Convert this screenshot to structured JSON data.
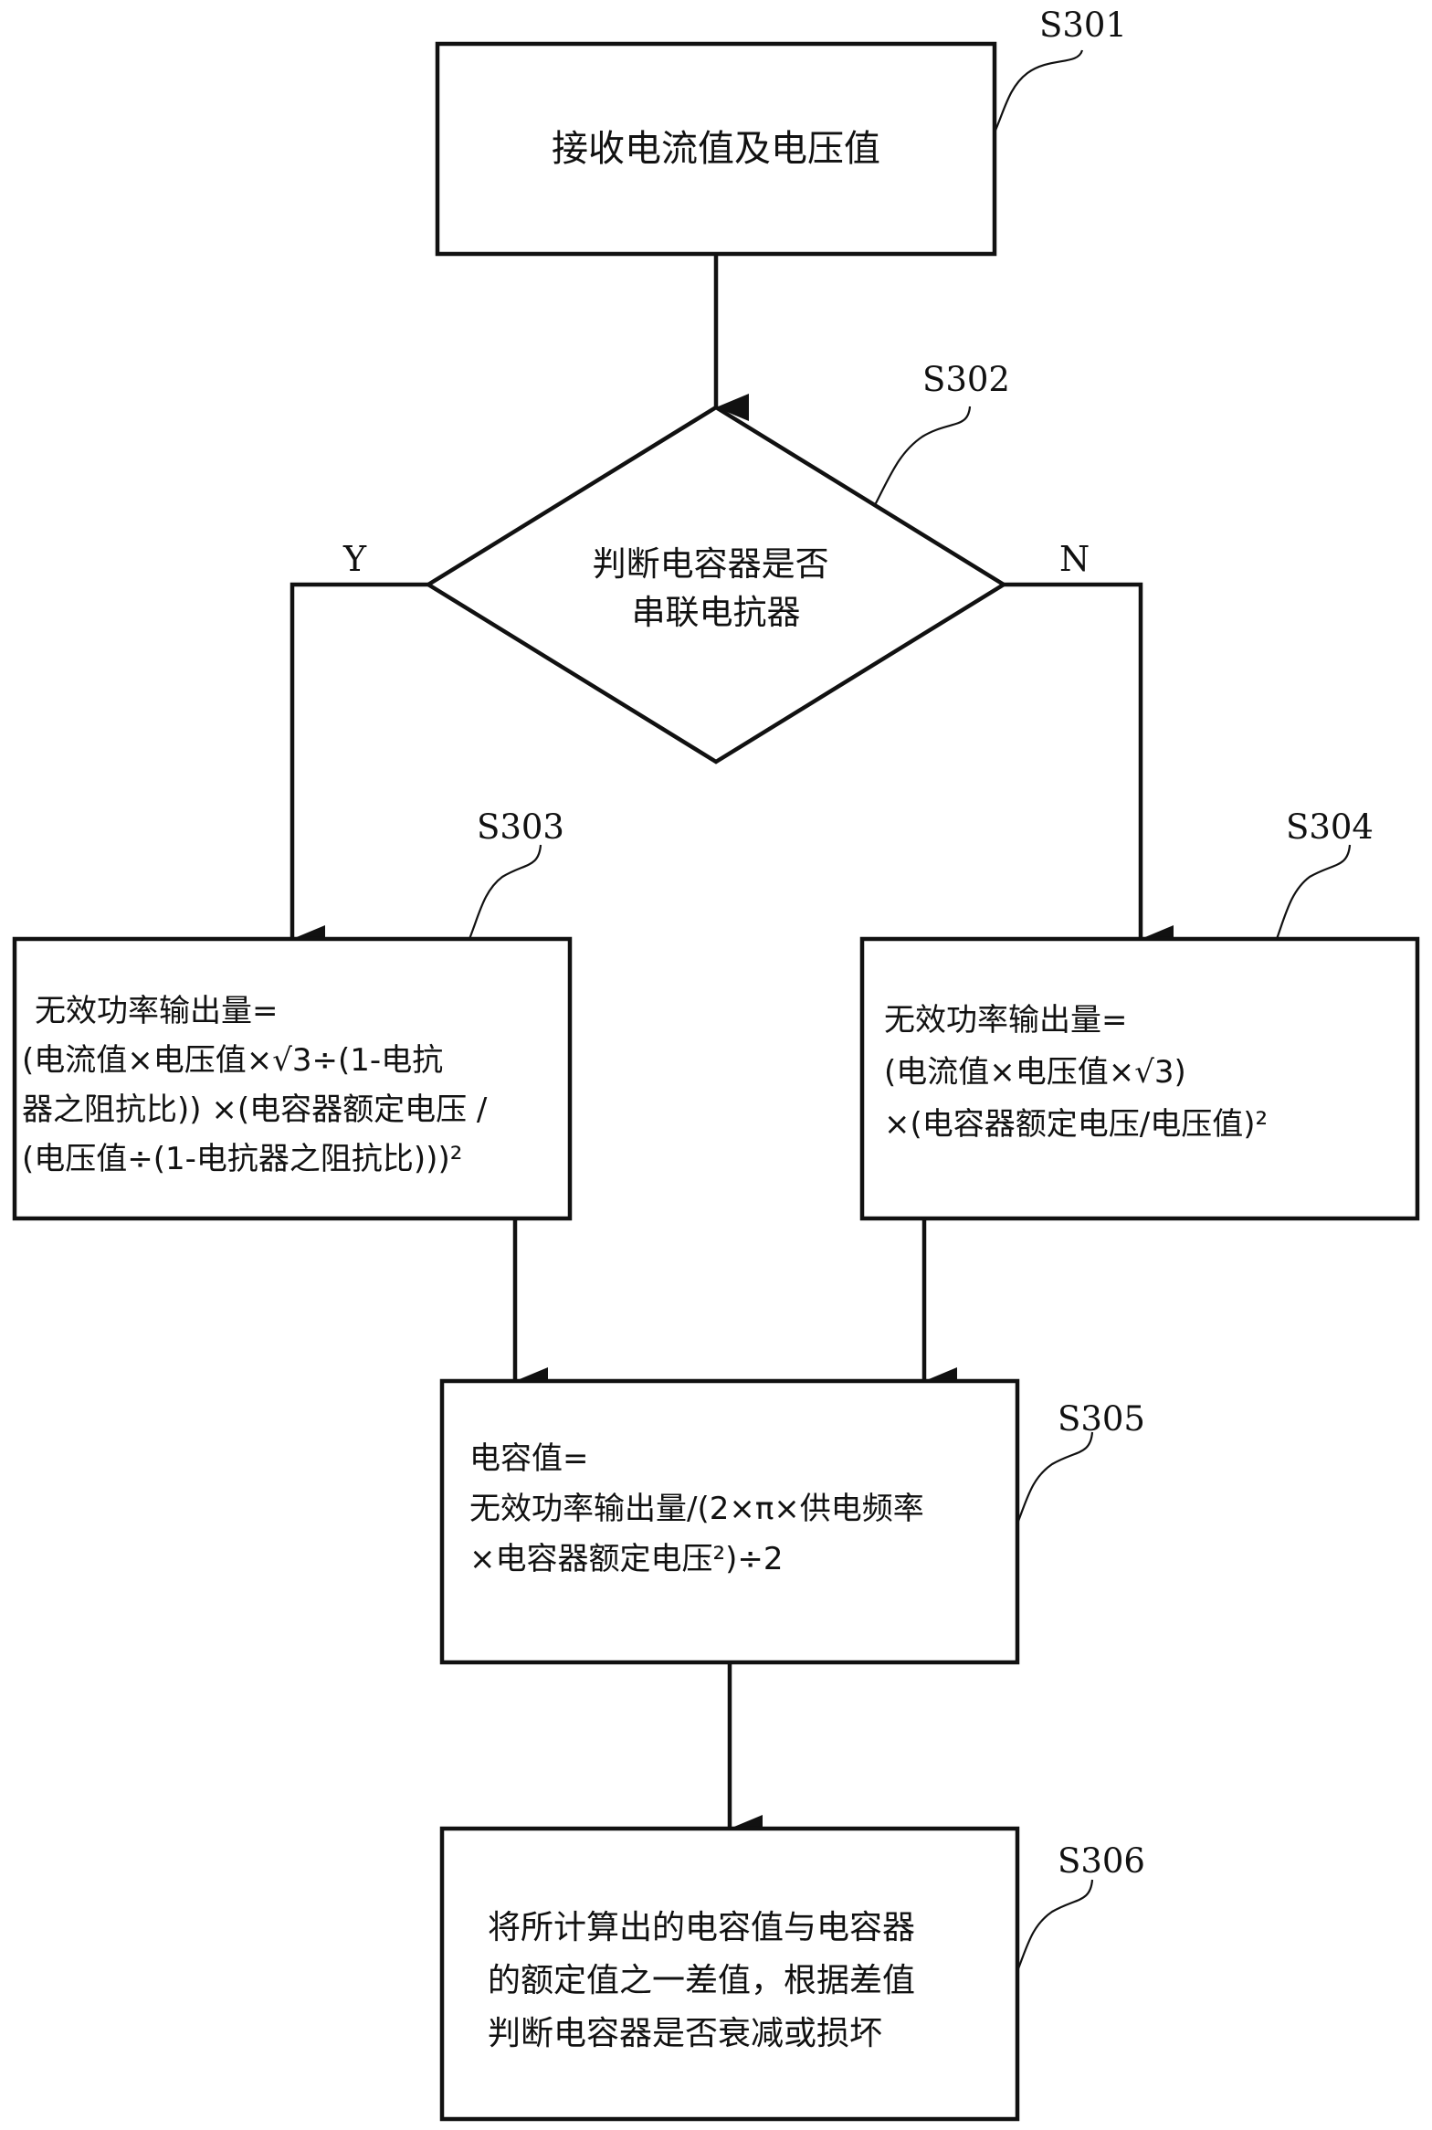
{
  "steps": {
    "s301": {
      "label": "S301",
      "lines": [
        "接收电流值及电压值"
      ]
    },
    "s302": {
      "label": "S302",
      "lines": [
        "判断电容器是否",
        "串联电抗器"
      ]
    },
    "s303": {
      "label": "S303",
      "lines": [
        "无效功率输出量=",
        "(电流值×电压值×√3÷(1-电抗",
        "器之阻抗比)) ×(电容器额定电压 /",
        "(电压值÷(1-电抗器之阻抗比)))²"
      ]
    },
    "s304": {
      "label": "S304",
      "lines": [
        "无效功率输出量=",
        "(电流值×电压值×√3)",
        "×(电容器额定电压/电压值)²"
      ]
    },
    "s305": {
      "label": "S305",
      "lines": [
        "电容值=",
        "无效功率输出量/(2×π×供电频率",
        "×电容器额定电压²)÷2"
      ]
    },
    "s306": {
      "label": "S306",
      "lines": [
        "将所计算出的电容值与电容器",
        "的额定值之一差值，根据差值",
        "判断电容器是否衰减或损坏"
      ]
    }
  },
  "branches": {
    "yes": "Y",
    "no": "N"
  }
}
